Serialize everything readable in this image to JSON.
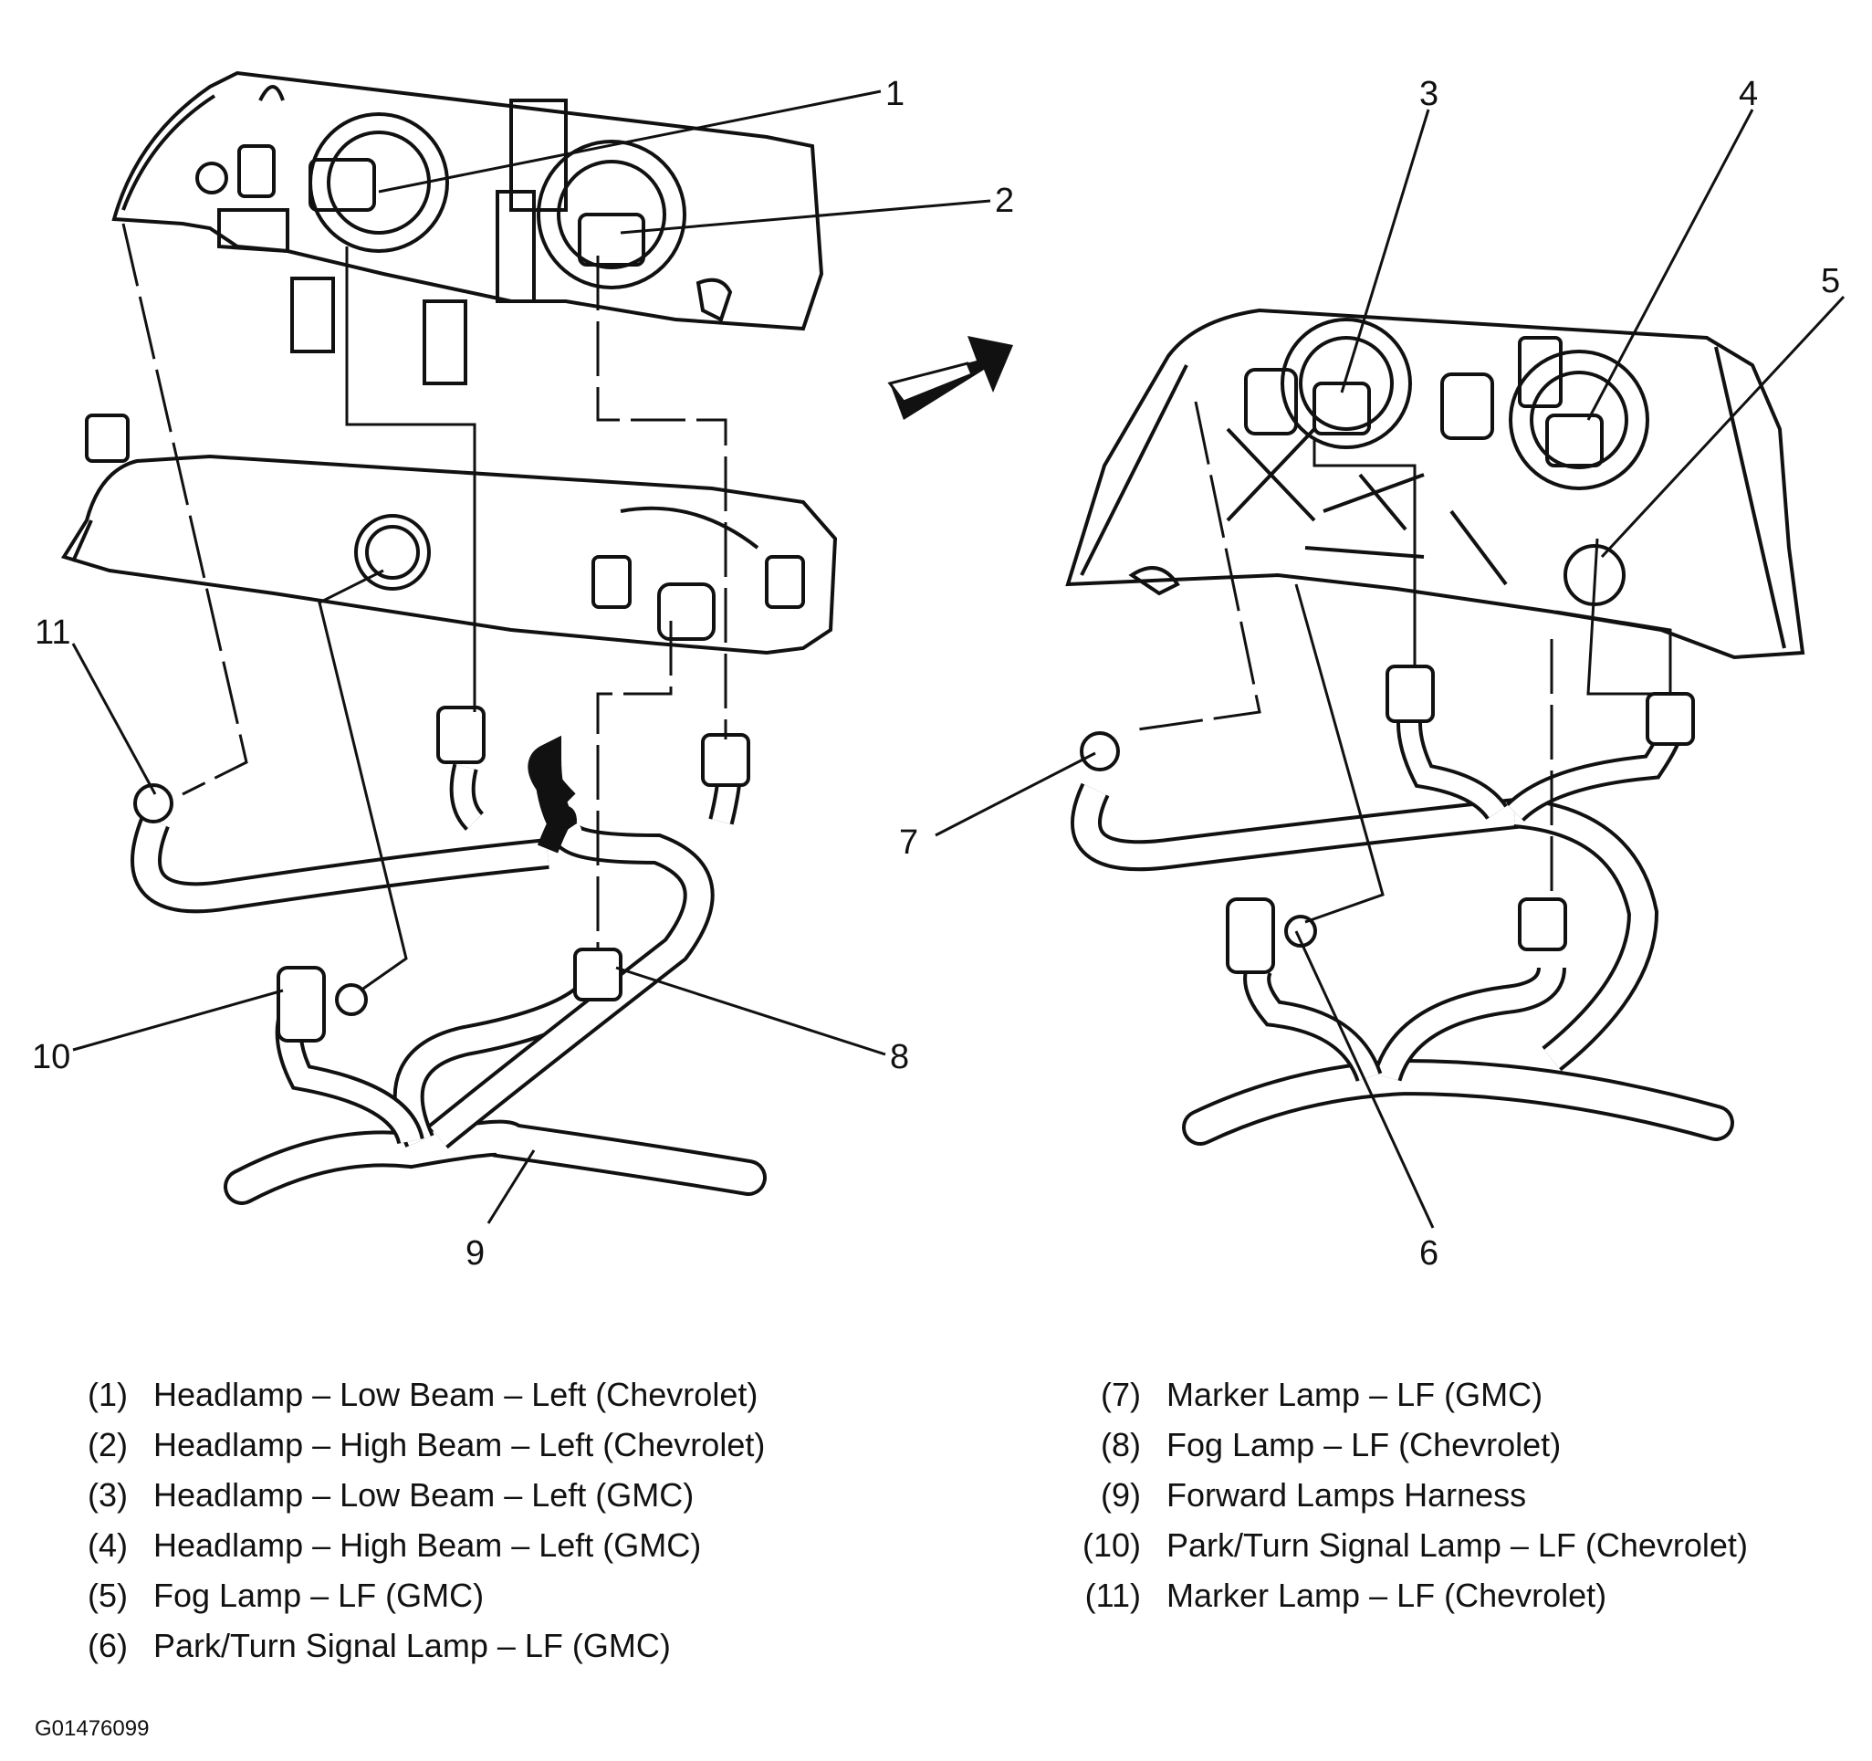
{
  "callouts": [
    "1",
    "2",
    "3",
    "4",
    "5",
    "6",
    "7",
    "8",
    "9",
    "10",
    "11"
  ],
  "legend_left": [
    {
      "num": "(1)",
      "text": "Headlamp – Low Beam – Left (Chevrolet)"
    },
    {
      "num": "(2)",
      "text": "Headlamp – High Beam – Left (Chevrolet)"
    },
    {
      "num": "(3)",
      "text": "Headlamp – Low Beam – Left (GMC)"
    },
    {
      "num": "(4)",
      "text": "Headlamp – High Beam – Left (GMC)"
    },
    {
      "num": "(5)",
      "text": "Fog Lamp – LF (GMC)"
    },
    {
      "num": "(6)",
      "text": "Park/Turn Signal Lamp – LF (GMC)"
    }
  ],
  "legend_right": [
    {
      "num": "(7)",
      "text": "Marker Lamp – LF (GMC)"
    },
    {
      "num": "(8)",
      "text": "Fog Lamp – LF (Chevrolet)"
    },
    {
      "num": "(9)",
      "text": "Forward Lamps Harness"
    },
    {
      "num": "(10)",
      "text": "Park/Turn Signal Lamp – LF (Chevrolet)"
    },
    {
      "num": "(11)",
      "text": "Marker Lamp – LF (Chevrolet)"
    }
  ],
  "figure_id": "G01476099"
}
